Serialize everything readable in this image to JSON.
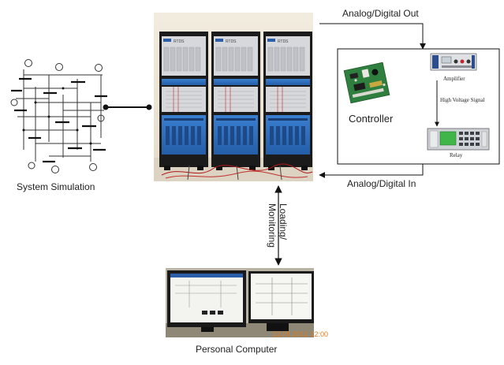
{
  "labels": {
    "analog_digital_out": "Analog/Digital Out",
    "analog_digital_in": "Analog/Digital In",
    "system_simulation": "System Simulation",
    "personal_computer": "Personal Computer",
    "loading_line1": "Loading/",
    "loading_line2": "Monitoring",
    "controller": "Controller",
    "amplifier": "Amplifier",
    "high_voltage_signal": "High Voltage Signal",
    "relay": "Relay"
  },
  "rack": {
    "brand_text": "RTDS"
  },
  "pc": {
    "timestamp": "22.05.2012 12:00"
  },
  "colors": {
    "line": "#111111",
    "rack_frame": "#1b1b1b",
    "rack_blue": "#2f6fc0",
    "rack_gray": "#d7d8dc",
    "wall": "#efe8da",
    "monitor_bezel": "#1a1a1a",
    "screen": "#f3f3f0",
    "pcb_green": "#2f7f3f",
    "relay_screen": "#3fb54a"
  }
}
